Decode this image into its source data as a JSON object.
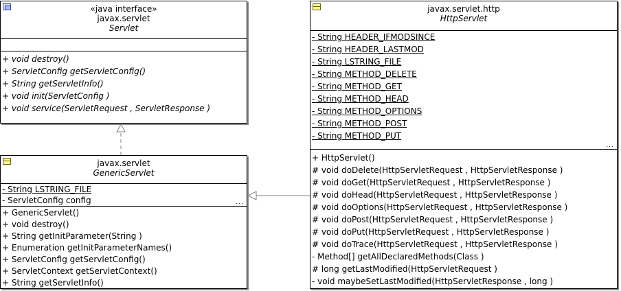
{
  "diagram": {
    "servlet": {
      "stereotype": "«java interface»",
      "package": "javax.servlet",
      "name": "Servlet",
      "methods": [
        "+ void destroy()",
        "+ ServletConfig getServletConfig()",
        "+ String getServletInfo()",
        "+ void init(ServletConfig )",
        "+ void service(ServletRequest , ServletResponse )"
      ]
    },
    "generic_servlet": {
      "package": "javax.servlet",
      "name": "GenericServlet",
      "fields": [
        {
          "text": "- String LSTRING_FILE",
          "static": true
        },
        {
          "text": "- ServletConfig config",
          "static": false
        }
      ],
      "methods": [
        "+ GenericServlet()",
        "+ void destroy()",
        "+ String getInitParameter(String )",
        "+ Enumeration getInitParameterNames()",
        "+ ServletConfig getServletConfig()",
        "+ ServletContext getServletContext()",
        "+ String getServletInfo()"
      ]
    },
    "http_servlet": {
      "package": "javax.servlet.http",
      "name": "HttpServlet",
      "fields": [
        "- String HEADER_IFMODSINCE",
        "- String HEADER_LASTMOD",
        "- String LSTRING_FILE",
        "- String METHOD_DELETE",
        "- String METHOD_GET",
        "- String METHOD_HEAD",
        "- String METHOD_OPTIONS",
        "- String METHOD_POST",
        "- String METHOD_PUT"
      ],
      "methods": [
        "+ HttpServlet()",
        "# void doDelete(HttpServletRequest , HttpServletResponse )",
        "# void doGet(HttpServletRequest , HttpServletResponse )",
        "# void doHead(HttpServletRequest , HttpServletResponse )",
        "# void doOptions(HttpServletRequest , HttpServletResponse )",
        "# void doPost(HttpServletRequest , HttpServletResponse )",
        "# void doPut(HttpServletRequest , HttpServletResponse )",
        "# void doTrace(HttpServletRequest , HttpServletResponse )",
        "- Method[] getAllDeclaredMethods(Class )",
        "# long getLastModified(HttpServletRequest )",
        "- void maybeSetLastModified(HttpServletResponse , long )"
      ]
    },
    "ellipsis": "...",
    "colors": {
      "connector": "#808080",
      "shadow": "#8a8a8a"
    }
  }
}
